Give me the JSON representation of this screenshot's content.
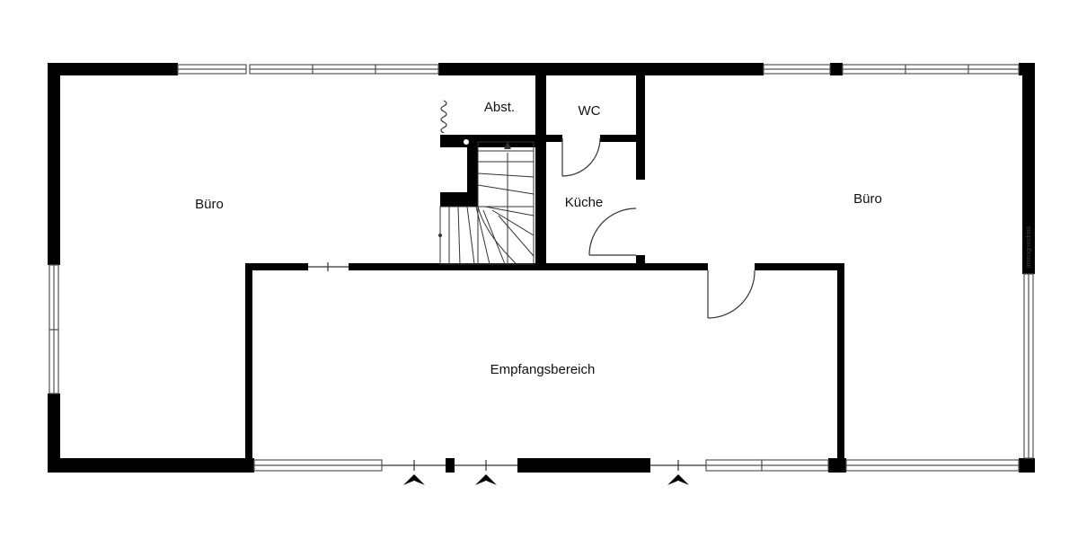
{
  "rooms": {
    "left_office": "Büro",
    "storage": "Abst.",
    "wc": "WC",
    "kitchen": "Küche",
    "right_office": "Büro",
    "reception": "Empfangsbereich"
  },
  "watermark": "Immogrundriss",
  "colors": {
    "wall": "#000000",
    "window_frame": "#555555",
    "background": "#ffffff",
    "label": "#111111"
  }
}
